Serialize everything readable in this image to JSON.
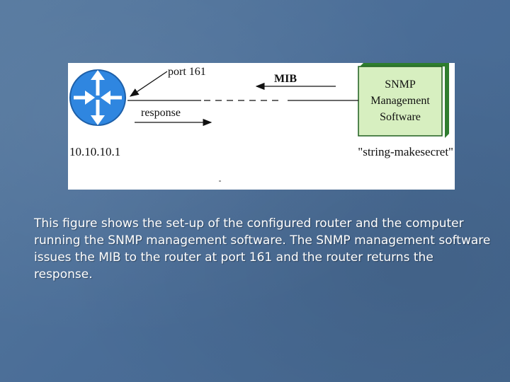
{
  "diagram": {
    "router_label": "10.10.10.1",
    "port_label": "port 161",
    "response_label": "response",
    "mib_label": "MIB",
    "software_box": {
      "lines": [
        "SNMP",
        "Management",
        "Software"
      ]
    },
    "community_string": "\"string-makesecret\"",
    "colors": {
      "router_fill": "#2f86e0",
      "router_stroke": "#1d5fa8",
      "box_face": "#d7efc0",
      "box_side": "#2f7d2f"
    },
    "icons": [
      "router-icon"
    ]
  },
  "caption": {
    "text": "This figure shows the set-up of the configured router and the computer running the SNMP management software.  The SNMP management software issues the MIB to the router at port 161 and the router returns the response."
  }
}
